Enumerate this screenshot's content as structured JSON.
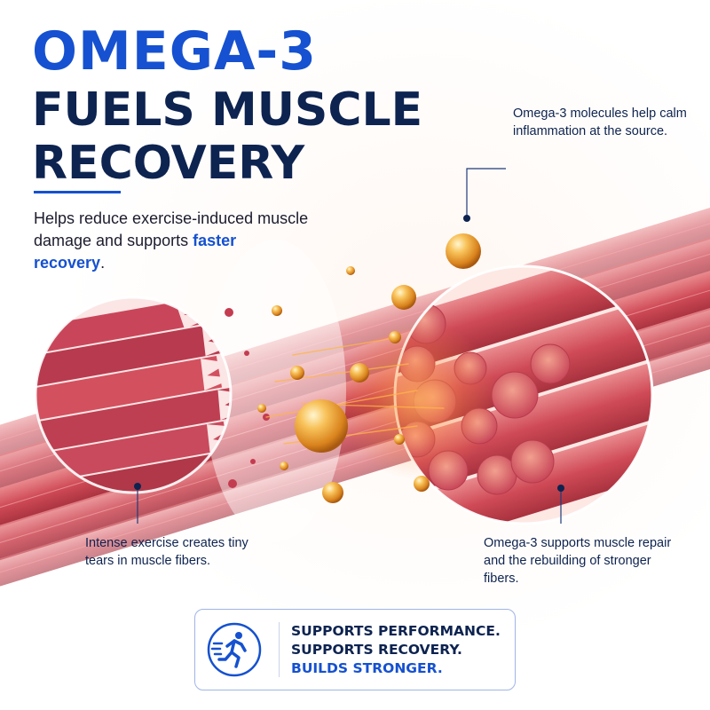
{
  "headline": {
    "line1": "OMEGA-3",
    "line2": "FUELS MUSCLE",
    "line3": "RECOVERY"
  },
  "subheading": {
    "part1": "Helps reduce exercise-induced muscle damage and supports ",
    "accent": "faster recovery",
    "end": "."
  },
  "callouts": {
    "top_right": "Omega-3 molecules help calm inflammation at the source.",
    "bottom_left": "Intense exercise creates tiny tears in muscle fibers.",
    "bottom_right": "Omega-3 supports muscle repair and the rebuilding of stronger fibers."
  },
  "badge": {
    "line1": "SUPPORTS PERFORMANCE.",
    "line2": "SUPPORTS RECOVERY.",
    "line3": "BUILDS STRONGER.",
    "icon": "running-person-icon"
  },
  "colors": {
    "brand_blue": "#1551d0",
    "navy": "#0d2350",
    "muscle_red": "#d9545f",
    "omega_gold": "#f2a93b"
  }
}
